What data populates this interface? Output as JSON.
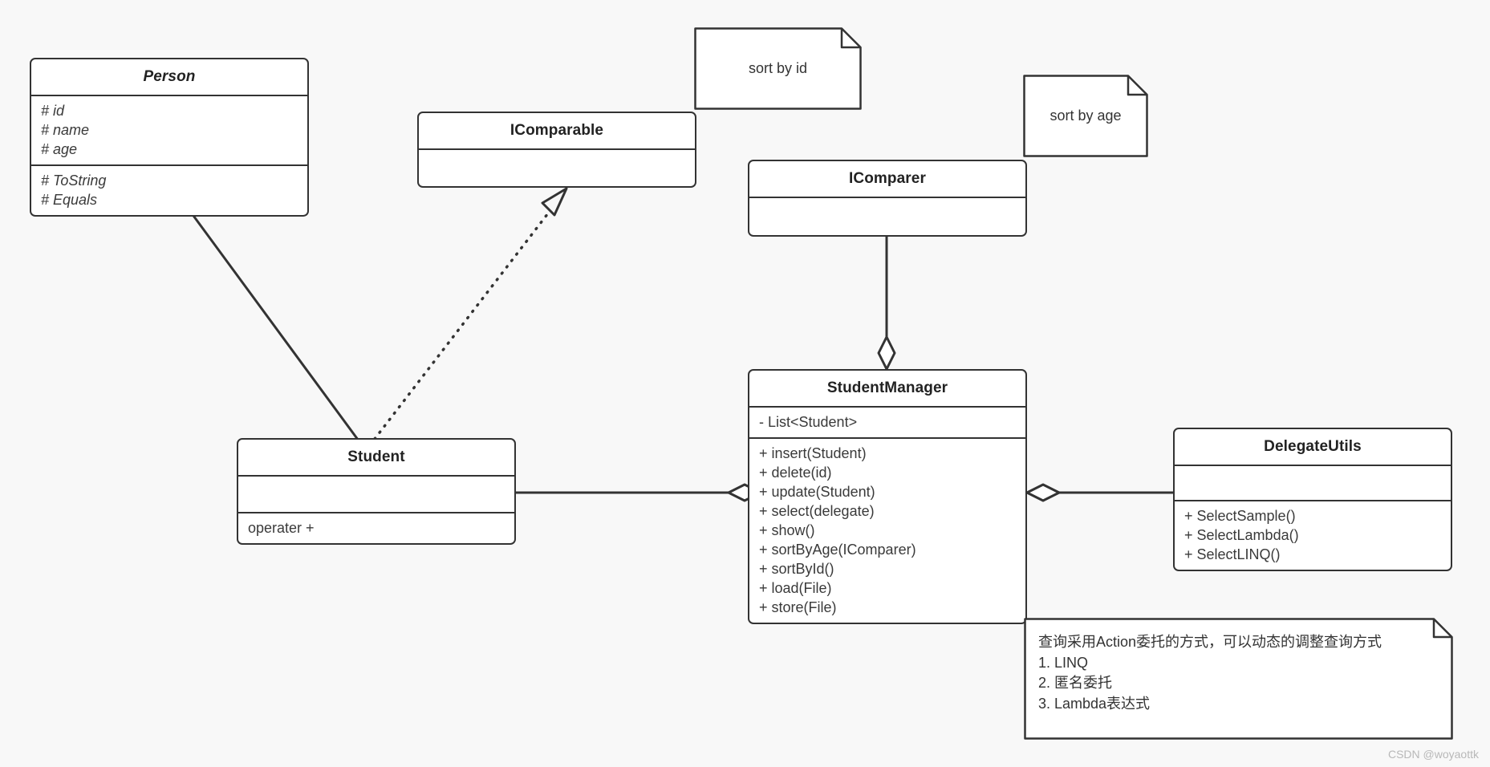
{
  "diagram": {
    "title": "Student Management UML Class Diagram",
    "background_color": "#f8f8f8",
    "line_color": "#333333",
    "fill_color": "#ffffff",
    "watermark": "CSDN @woyaottk"
  },
  "classes": {
    "person": {
      "name": "Person",
      "stereotype": "abstract",
      "attributes": [
        "# id",
        "# name",
        "# age"
      ],
      "operations": [
        "# ToString",
        "# Equals"
      ]
    },
    "icomparable": {
      "name": "IComparable",
      "stereotype": "interface",
      "attributes": [],
      "operations": []
    },
    "icomparer": {
      "name": "IComparer",
      "stereotype": "interface",
      "attributes": [],
      "operations": []
    },
    "student": {
      "name": "Student",
      "stereotype": "class",
      "attributes": [],
      "operations": [
        "operater +"
      ]
    },
    "student_manager": {
      "name": "StudentManager",
      "stereotype": "class",
      "attributes": [
        "- List<Student>"
      ],
      "operations": [
        "+ insert(Student)",
        "+ delete(id)",
        "+ update(Student)",
        "+ select(delegate)",
        "+ show()",
        "+ sortByAge(IComparer)",
        "+ sortById()",
        "+ load(File)",
        "+ store(File)"
      ]
    },
    "delegate_utils": {
      "name": "DelegateUtils",
      "stereotype": "class",
      "attributes": [],
      "operations": [
        "+ SelectSample()",
        "+ SelectLambda()",
        "+ SelectLINQ()"
      ]
    }
  },
  "notes": {
    "sort_by_id": {
      "text": "sort by id"
    },
    "sort_by_age": {
      "text": "sort by age"
    },
    "delegate_note": {
      "lines": [
        "查询采用Action委托的方式，可以动态的调整查询方式",
        "1. LINQ",
        "2. 匿名委托",
        "3. Lambda表达式"
      ]
    }
  },
  "relationships": [
    {
      "name": "student-extends-person",
      "type": "generalization",
      "from": "Student",
      "to": "Person",
      "line": "solid",
      "head": "hollow-triangle"
    },
    {
      "name": "student-implements-icomparable",
      "type": "realization",
      "from": "Student",
      "to": "IComparable",
      "line": "dotted",
      "head": "hollow-triangle"
    },
    {
      "name": "manager-aggregates-student",
      "type": "aggregation",
      "from": "StudentManager",
      "to": "Student",
      "line": "solid",
      "head": "hollow-diamond"
    },
    {
      "name": "manager-aggregates-icomparer",
      "type": "aggregation",
      "from": "StudentManager",
      "to": "IComparer",
      "line": "solid",
      "head": "hollow-diamond"
    },
    {
      "name": "manager-aggregates-delegateutils",
      "type": "aggregation",
      "from": "StudentManager",
      "to": "DelegateUtils",
      "line": "solid",
      "head": "hollow-diamond"
    }
  ]
}
